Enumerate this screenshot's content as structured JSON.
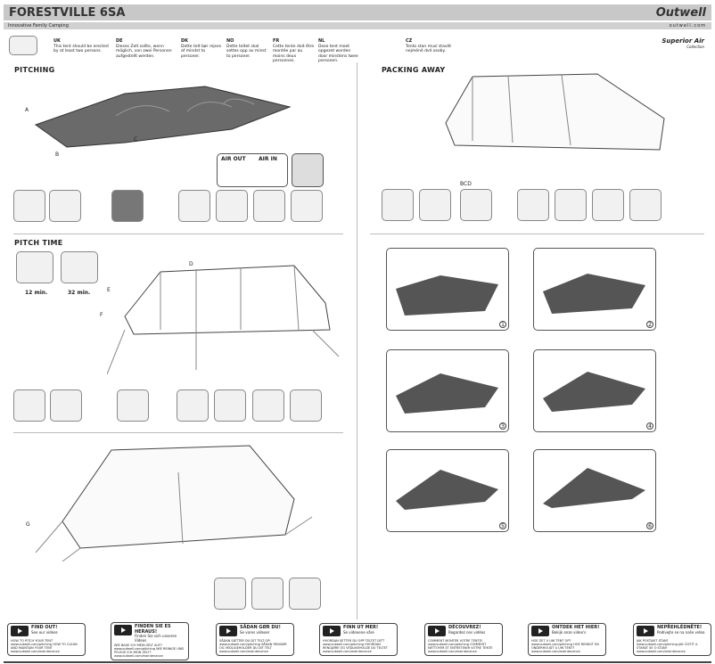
{
  "header": {
    "title": "FORESTVILLE 6SA",
    "tagline": "Innovative Family Camping",
    "brand": "Outwell",
    "website": "outwell.com",
    "collection": "Superior Air",
    "collection_sub": "Collection"
  },
  "languages": [
    {
      "code": "UK",
      "text": "This tent should be erected by at least two persons."
    },
    {
      "code": "DE",
      "text": "Dieses Zelt sollte, wenn möglich, von zwei Personen aufgestellt werden."
    },
    {
      "code": "DK",
      "text": "Dette telt bør rejses af mindst to personer."
    },
    {
      "code": "NO",
      "text": "Dette teltet skal settes opp av minst to personer."
    },
    {
      "code": "FR",
      "text": "Cette tente doit être montée par au moins deux personnes."
    },
    {
      "code": "NL",
      "text": "Deze tent moet opgezet worden door minstens twee personen."
    },
    {
      "code": "CZ",
      "text": "Tento stan musí stavět nejméně dvě osoby."
    }
  ],
  "sections": {
    "pitching": "PITCHING",
    "pitch_time": "PITCH TIME",
    "packing_away": "PACKING AWAY"
  },
  "air_labels": {
    "out": "AIR OUT",
    "in": "AIR IN"
  },
  "pitch_times": [
    "12 min.",
    "32 min."
  ],
  "step_letters": {
    "a": "A",
    "b": "B",
    "c": "C",
    "d": "D",
    "e": "E",
    "f": "F",
    "g": "G",
    "bcd": "BCD"
  },
  "pack_steps": [
    "1",
    "2",
    "3",
    "4",
    "5",
    "6"
  ],
  "videos": [
    {
      "heading": "FIND OUT!",
      "sub": "See our videos",
      "text": "HOW TO PITCH YOUR TENT www.outwell.com/pitching HOW TO CLEAN AND MAINTAIN YOUR TENT www.outwell.com/maintenance"
    },
    {
      "heading": "FINDEN SIE ES HERAUS!",
      "sub": "Finden Sie sich unseren Videos",
      "text": "WIE BAUE ICH MEIN ZELT AUF? www.outwell.com/pitching WIE REINIGE UND PFLEGE ICH MEIN ZELT? www.outwell.com/maintenance"
    },
    {
      "heading": "SÅDAN GØR DU!",
      "sub": "Se vores videoer",
      "text": "SÅDAN SÆTTER DU DIT TELT OP! www.outwell.com/pitching SÅDAN RENGØR OG VEDLIGEHOLDER DU DIT TELT www.outwell.com/maintenance"
    },
    {
      "heading": "FINN UT MER!",
      "sub": "Se videoene våre",
      "text": "HVORDAN SETTER DU OPP TELTET DITT www.outwell.com/pitching HVORDAN RENGJØRE OG VEDLIKEHOLDE DU TELTET www.outwell.com/maintenance"
    },
    {
      "heading": "DÉCOUVREZ!",
      "sub": "Regardez nos vidéos",
      "text": "COMMENT MONTER VOTRE TENTE! www.outwell.com/pitching COMMENT NETTOYER ET ENTRETENIR VOTRE TENTE www.outwell.com/maintenance"
    },
    {
      "heading": "ONTDEK HET HIER!",
      "sub": "Bekijk onze video's",
      "text": "HOE ZET U UW TENT OP? www.outwell.com/pitching HOE REINIGT EN ONDERHOUDT U UW TENT? www.outwell.com/maintenance"
    },
    {
      "heading": "NEPŘEHLÉDNĚTE!",
      "sub": "Podívejte se na naše videa",
      "text": "JAK POSTAVIT STAN? www.outwell.com/pitching JAK ČISTIT A STARAT SE O STAN? www.outwell.com/maintenance"
    }
  ]
}
